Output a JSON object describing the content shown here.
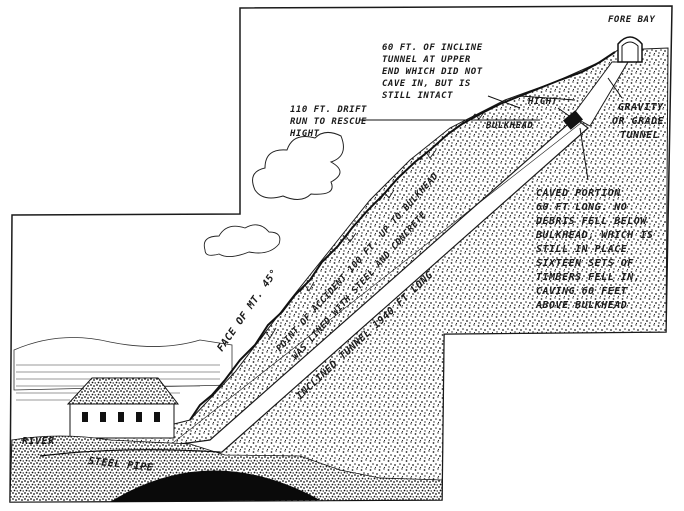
{
  "labels": {
    "fore_bay": "FORE BAY",
    "incline_top_note": [
      "60 FT. OF INCLINE",
      "TUNNEL AT UPPER",
      "END WHICH DID NOT",
      "CAVE IN, BUT IS",
      "STILL INTACT"
    ],
    "drift_note": [
      "110 FT. DRIFT",
      "RUN TO RESCUE",
      "HIGHT"
    ],
    "hight": "HIGHT",
    "bulkhead": "BULKHEAD",
    "gravity_tunnel": [
      "GRAVITY",
      "OR GRADE",
      "TUNNEL"
    ],
    "caved_portion_note": [
      "CAVED PORTION",
      "60 FT LONG. NO",
      "DEBRIS FELL BELOW",
      "BULKHEAD, WHICH IS",
      "STILL IN PLACE",
      "SIXTEEN SETS OF",
      "TIMBERS FELL IN,",
      "CAVING 60 FEET",
      "ABOVE BULKHEAD"
    ],
    "face_of_mt": "FACE OF MT. 45°",
    "point_of_accident": [
      "POINT OF ACCIDENT 100 FT. UP TO BULKHEAD",
      "WAS LINED WITH STEEL AND CONCRETE"
    ],
    "incline_tunnel": "INCLINED TUNNEL 1940 FT LONG",
    "river": "RIVER",
    "steel_pipe": "STEEL PIPE"
  },
  "colors": {
    "ink": "#1a1a1a",
    "paper": "#ffffff",
    "stipple": "#2a2a2a"
  }
}
